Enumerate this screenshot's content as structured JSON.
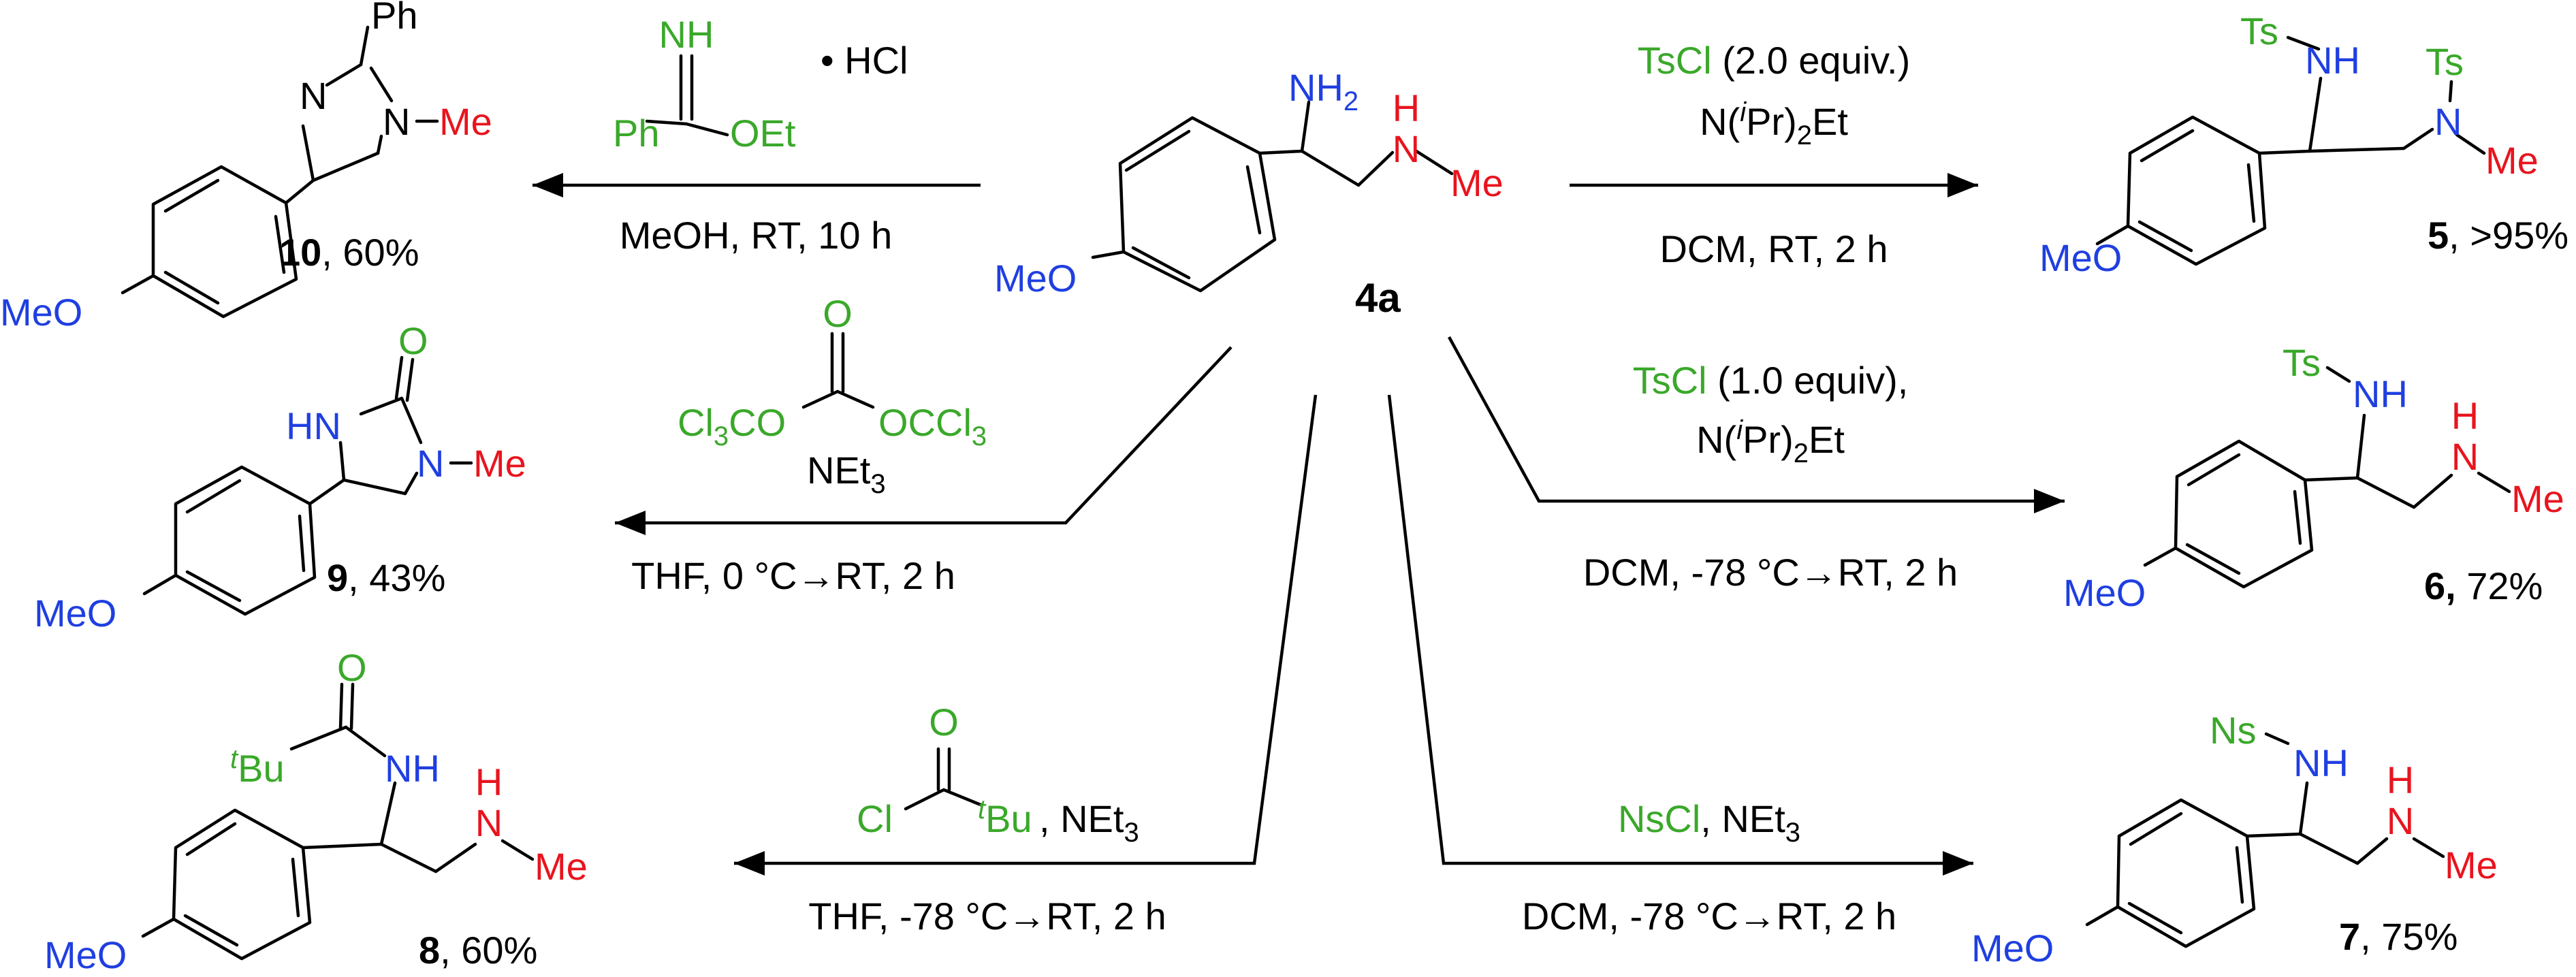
{
  "center": {
    "label": "4a",
    "fragments": {
      "nh2": "NH",
      "nh2_sub": "2",
      "nh": "H",
      "n": "N",
      "me": "Me",
      "meo": "MeO"
    }
  },
  "products": {
    "p10": {
      "num": "10",
      "yield": ", 60%",
      "ph": "Ph",
      "n_ring": "N",
      "n_me": "N",
      "me": "Me",
      "meo": "MeO"
    },
    "p9": {
      "num": "9",
      "yield": ", 43%",
      "o": "O",
      "hn": "HN",
      "n_me": "N",
      "me": "Me",
      "meo": "MeO"
    },
    "p8": {
      "num": "8",
      "yield": ", 60%",
      "o": "O",
      "tbu_t": "t",
      "tbu_bu": "Bu",
      "nh": "NH",
      "h": "H",
      "n": "N",
      "me": "Me",
      "meo": "MeO"
    },
    "p5": {
      "num": "5",
      "yield": ", >95%",
      "ts1": "Ts",
      "nh": "NH",
      "ts2": "Ts",
      "n": "N",
      "me": "Me",
      "meo": "MeO"
    },
    "p6": {
      "num": "6,",
      "yield": " 72%",
      "ts": "Ts",
      "nh": "NH",
      "h": "H",
      "n": "N",
      "me": "Me",
      "meo": "MeO"
    },
    "p7": {
      "num": "7",
      "yield": ", 75%",
      "ns": "Ns",
      "nh": "NH",
      "h": "H",
      "n": "N",
      "me": "Me",
      "meo": "MeO"
    }
  },
  "reagents": {
    "r10": {
      "nh": "NH",
      "ph": "Ph",
      "oet": "OEt",
      "hcl": "• HCl",
      "cond": "MeOH, RT,  10 h"
    },
    "r9": {
      "o": "O",
      "left_a": "Cl",
      "left_b": "3",
      "left_c": "CO",
      "right_a": "OCCl",
      "right_b": "3",
      "base_a": "NEt",
      "base_b": "3",
      "cond": "THF,  0 °C→RT,  2 h"
    },
    "r8": {
      "o": "O",
      "cl": "Cl",
      "tbu_t": "t",
      "tbu_bu": "Bu",
      "base_a": " , NEt",
      "base_b": "3",
      "cond": "THF, -78 °C→RT,  2 h"
    },
    "r5": {
      "reagent": "TsCl",
      "equiv": "  (2.0 equiv.)",
      "base_a": "N(",
      "base_b": "i",
      "base_c": "Pr)",
      "base_d": "2",
      "base_e": "Et",
      "cond": "DCM, RT,  2 h"
    },
    "r6": {
      "reagent": "TsCl",
      "equiv": "  (1.0 equiv),",
      "base_a": "N(",
      "base_b": "i",
      "base_c": "Pr)",
      "base_d": "2",
      "base_e": "Et",
      "cond": "DCM, -78 °C→RT,  2 h"
    },
    "r7": {
      "reagent": "NsCl",
      "base_a": ", NEt",
      "base_b": "3",
      "cond": "DCM, -78 °C→RT,  2 h"
    }
  },
  "colors": {
    "blue": "#1f3fe0",
    "red": "#e8141e",
    "green": "#3aa82a",
    "black": "#000000"
  }
}
